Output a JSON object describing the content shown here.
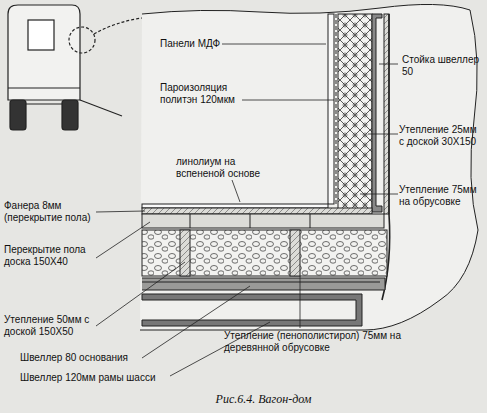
{
  "diagram": {
    "caption": "Рис.6.4. Вагон-дом",
    "labels": [
      "Панели МДФ",
      "Пароизоляция политэн 120мкм",
      "линолиум на вспененой основе",
      "Стойка швеллер 50",
      "Утепление 25мм с доской 30Х150",
      "Утепление 75мм на обрусовке",
      "Фанера 8мм (перекрытие пола)",
      "Перекрытие пола доска 150Х40",
      "Утепление 50мм с доской 150Х50",
      "Швеллер 80 основания",
      "Швеллер 120мм рамы шасси",
      "Утепление (пенополистирол) 75мм на деревянной обрусовке"
    ]
  }
}
